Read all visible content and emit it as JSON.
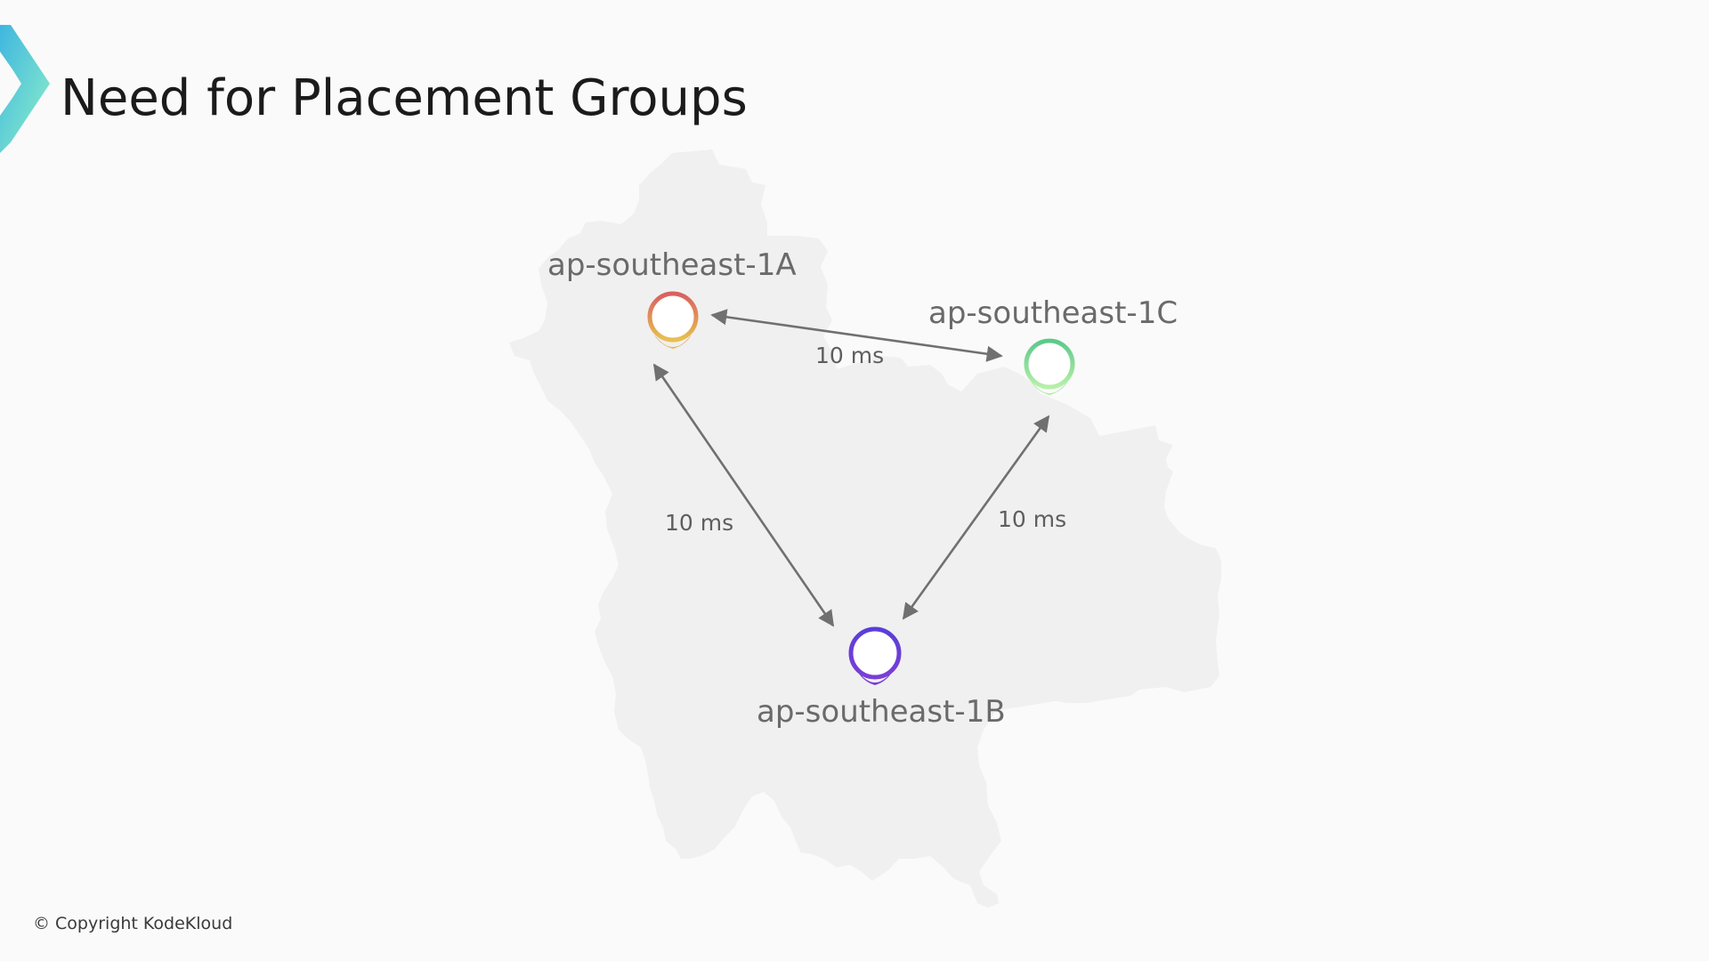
{
  "slide": {
    "title": "Need for Placement Groups",
    "copyright": "© Copyright KodeKloud",
    "accent_colors": [
      "#3fb6e0",
      "#8ef0c8"
    ]
  },
  "zones": [
    {
      "name": "ap-southeast-1A",
      "pin_color_top": "#d96060",
      "pin_color_bottom": "#e8c050"
    },
    {
      "name": "ap-southeast-1C",
      "pin_color_top": "#5cc98a",
      "pin_color_bottom": "#b8f0a8"
    },
    {
      "name": "ap-southeast-1B",
      "pin_color_top": "#5a3ed8",
      "pin_color_bottom": "#7a3ed8"
    }
  ],
  "links": [
    {
      "from": "ap-southeast-1A",
      "to": "ap-southeast-1C",
      "latency": "10 ms"
    },
    {
      "from": "ap-southeast-1A",
      "to": "ap-southeast-1B",
      "latency": "10 ms"
    },
    {
      "from": "ap-southeast-1C",
      "to": "ap-southeast-1B",
      "latency": "10 ms"
    }
  ],
  "map": {
    "fill": "#f0f0f0",
    "arrow_color": "#707070"
  }
}
